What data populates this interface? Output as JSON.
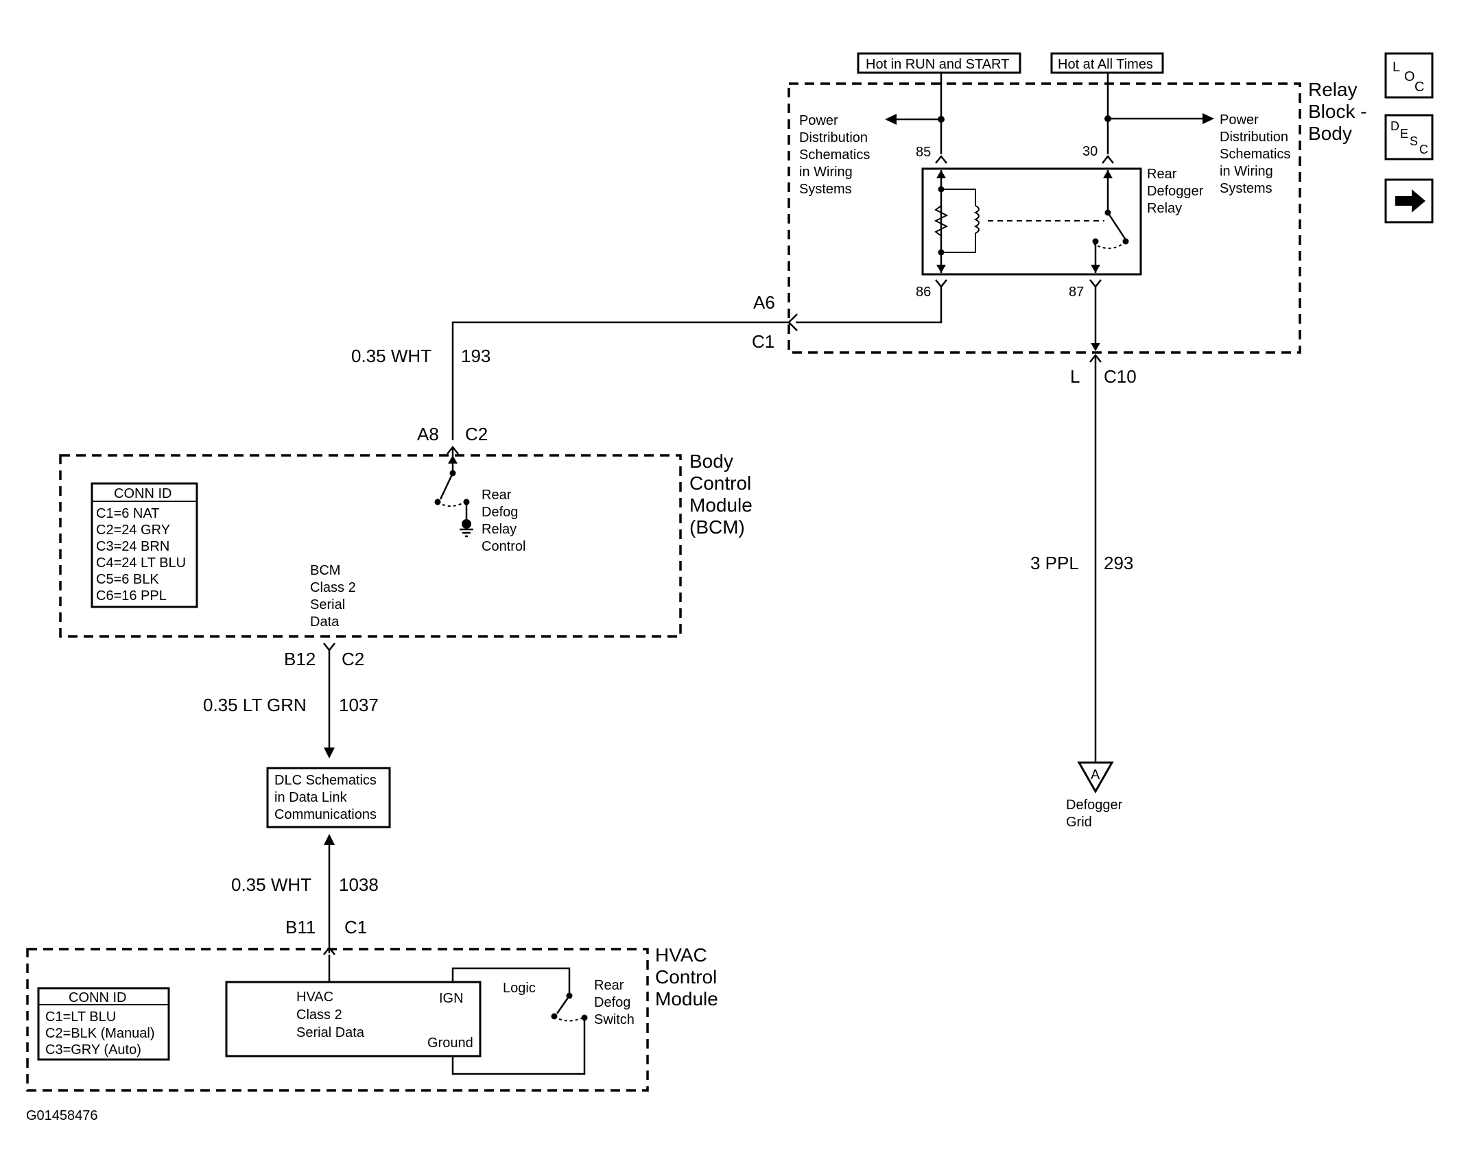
{
  "diagram_id": "G01458476",
  "power": {
    "run_start": "Hot in RUN and START",
    "all_times": "Hot at All Times"
  },
  "relay_block": {
    "title": [
      "Relay",
      "Block -",
      "Body"
    ],
    "pd_left": [
      "Power",
      "Distribution",
      "Schematics",
      "in Wiring",
      "Systems"
    ],
    "pd_right": [
      "Power",
      "Distribution",
      "Schematics",
      "in Wiring",
      "Systems"
    ],
    "pin_85": "85",
    "pin_30": "30",
    "pin_86": "86",
    "pin_87": "87",
    "relay_name": [
      "Rear",
      "Defogger",
      "Relay"
    ]
  },
  "connectors": {
    "a6": "A6",
    "c1_relay": "C1",
    "l": "L",
    "c10": "C10",
    "a8": "A8",
    "c2_bcm_top": "C2",
    "b12": "B12",
    "c2_bcm_bottom": "C2",
    "b11": "B11",
    "c1_hvac": "C1"
  },
  "wires": {
    "w193_gauge": "0.35 WHT",
    "w193_circuit": "193",
    "w293_gauge": "3 PPL",
    "w293_circuit": "293",
    "w1037_gauge": "0.35 LT GRN",
    "w1037_circuit": "1037",
    "w1038_gauge": "0.35 WHT",
    "w1038_circuit": "1038"
  },
  "bcm": {
    "title": [
      "Body",
      "Control",
      "Module",
      "(BCM)"
    ],
    "conn_id_title": "CONN ID",
    "conn_ids": [
      "C1=6 NAT",
      "C2=24 GRY",
      "C3=24 BRN",
      "C4=24 LT BLU",
      "C5=6 BLK",
      "C6=16 PPL"
    ],
    "relay_control": [
      "Rear",
      "Defog",
      "Relay",
      "Control"
    ],
    "class2": [
      "BCM",
      "Class 2",
      "Serial",
      "Data"
    ]
  },
  "dlc": [
    "DLC Schematics",
    "in Data Link",
    "Communications"
  ],
  "defogger": {
    "symbol": "A",
    "label": [
      "Defogger",
      "Grid"
    ]
  },
  "hvac": {
    "title": [
      "HVAC",
      "Control",
      "Module"
    ],
    "conn_id_title": "CONN ID",
    "conn_ids": [
      "C1=LT BLU",
      "C2=BLK (Manual)",
      "C3=GRY (Auto)"
    ],
    "class2": [
      "HVAC",
      "Class 2",
      "Serial Data"
    ],
    "ign": "IGN",
    "ground": "Ground",
    "logic": "Logic",
    "switch": [
      "Rear",
      "Defog",
      "Switch"
    ]
  },
  "nav": {
    "loc": [
      "L",
      "O",
      "C"
    ],
    "desc": [
      "D",
      "E",
      "S",
      "C"
    ],
    "next_icon": "arrow-right-icon"
  }
}
